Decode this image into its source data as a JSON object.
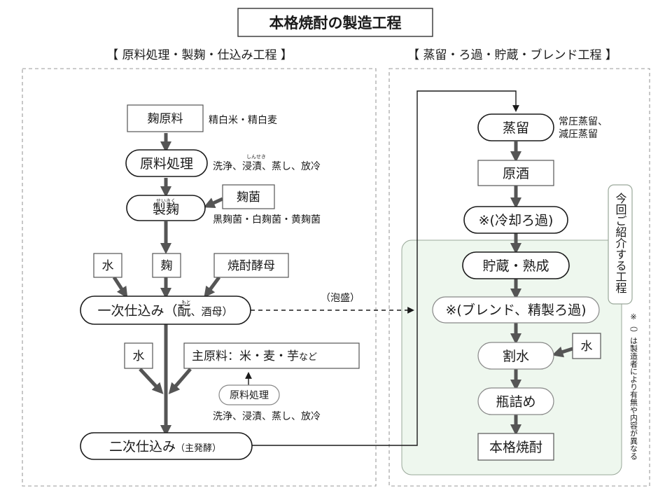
{
  "title": "本格焼酎の製造工程",
  "sections": {
    "left": "【 原料処理・製麹・仕込み工程 】",
    "right": "【 蒸留・ろ過・貯蔵・ブレンド工程 】"
  },
  "left": {
    "koji_genryo": "麹原料",
    "koji_genryo_note": "精白米・精白麦",
    "genryo_shori": "原料処理",
    "genryo_shori_note_1": "洗浄、",
    "genryo_shori_note_2": "浸漬",
    "genryo_shori_note_ruby": "しんせき",
    "genryo_shori_note_3": "、蒸し、放冷",
    "kojikin": "麹菌",
    "kojikin_note": "黒麹菌・白麹菌・黄麹菌",
    "seikiku": "製麹",
    "seikiku_ruby": "せいきく",
    "water_1": "水",
    "koji": "麹",
    "koubo": "焼酎酵母",
    "ichiji_1": "一次仕込み（",
    "ichiji_moto": "酛",
    "ichiji_moto_ruby": "もと",
    "ichiji_2": "、酒母）",
    "awamori": "（泡盛）",
    "water_2": "水",
    "shugenryo": "主原料：米・麦・芋",
    "shugenryo_suffix": "など",
    "genryo_shori_2": "原料処理",
    "genryo_shori_2_note": "洗浄、浸漬、蒸し、放冷",
    "niji": "二次仕込み",
    "niji_sub": "（主発酵）"
  },
  "right": {
    "jouryu": "蒸留",
    "jouryu_note_1": "常圧蒸留、",
    "jouryu_note_2": "減圧蒸留",
    "genshu": "原酒",
    "reikyaku": "※(冷却ろ過)",
    "chozo": "貯蔵・熟成",
    "blend": "※(ブレンド、精製ろ過)",
    "warimizu": "割水",
    "water": "水",
    "binzume": "瓶詰め",
    "honkaku": "本格焼酎",
    "callout": "今回ご紹介する工程",
    "footnote": "※（）は製造者により有無や内容が異なる"
  },
  "colors": {
    "highlight": "#eef7ee",
    "highlight_border": "#9aa89a",
    "arrow": "#555555",
    "dashed": "#9a9a9a"
  }
}
